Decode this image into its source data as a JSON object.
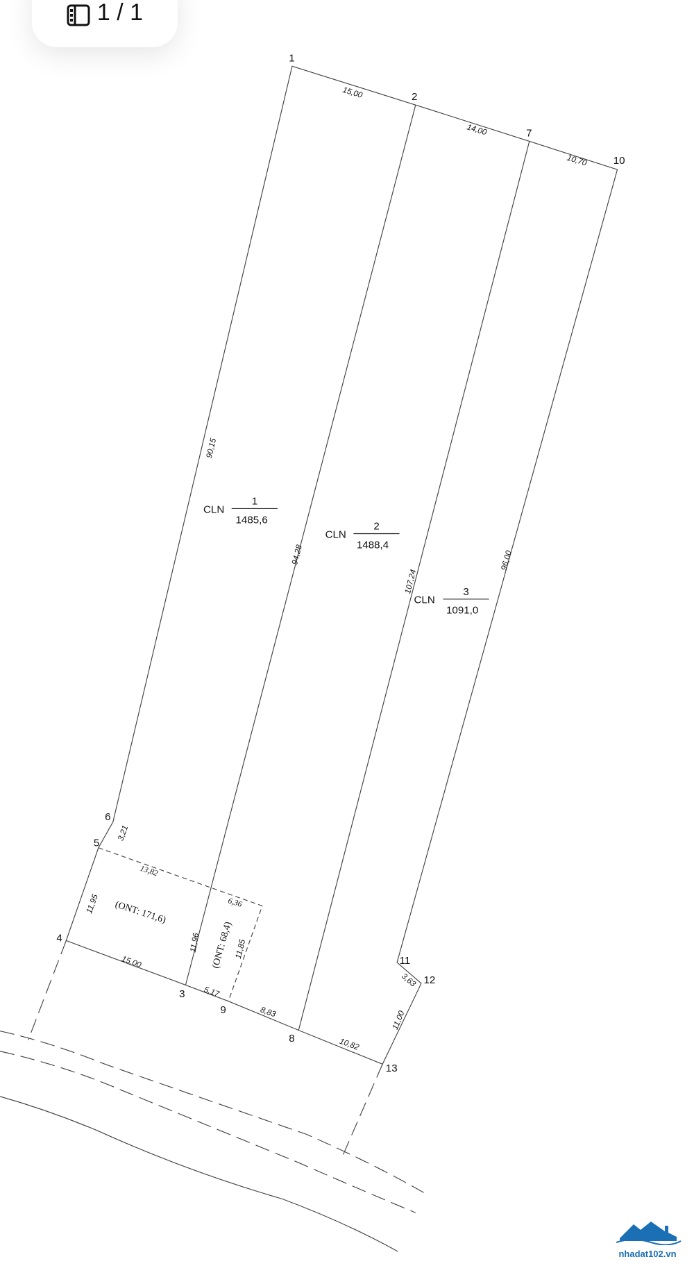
{
  "page_indicator": {
    "label": "1 / 1",
    "icon": "panel-icon"
  },
  "points": {
    "p1": "1",
    "p2": "2",
    "p3": "3",
    "p4": "4",
    "p5": "5",
    "p6": "6",
    "p7": "7",
    "p8": "8",
    "p9": "9",
    "p10": "10",
    "p11": "11",
    "p12": "12",
    "p13": "13"
  },
  "edges": {
    "e1_2": "15,00",
    "e2_7": "14,00",
    "e7_10": "10,70",
    "e1_6": "90,15",
    "e2_3": "94,28",
    "e7_8": "107,24",
    "e10_11": "96,00",
    "e6_5": "3,21",
    "e5_4": "11,95",
    "e4_3": "15,00",
    "e3_9": "5,17",
    "e9_8": "8,83",
    "e8_13": "10,82",
    "e13_12": "11,00",
    "e12_11": "3,63",
    "e5_d": "13,82",
    "e_d2": "6,36",
    "e3_in": "11,96",
    "e9_in": "11,85"
  },
  "parcels": [
    {
      "type": "CLN",
      "number": "1",
      "area": "1485,6"
    },
    {
      "type": "CLN",
      "number": "2",
      "area": "1488,4"
    },
    {
      "type": "CLN",
      "number": "3",
      "area": "1091,0"
    }
  ],
  "sub_areas": {
    "a1": "(ONT: 171,6)",
    "a2": "(ONT: 68,4)"
  },
  "logo": {
    "text": "nhadat102.vn"
  }
}
